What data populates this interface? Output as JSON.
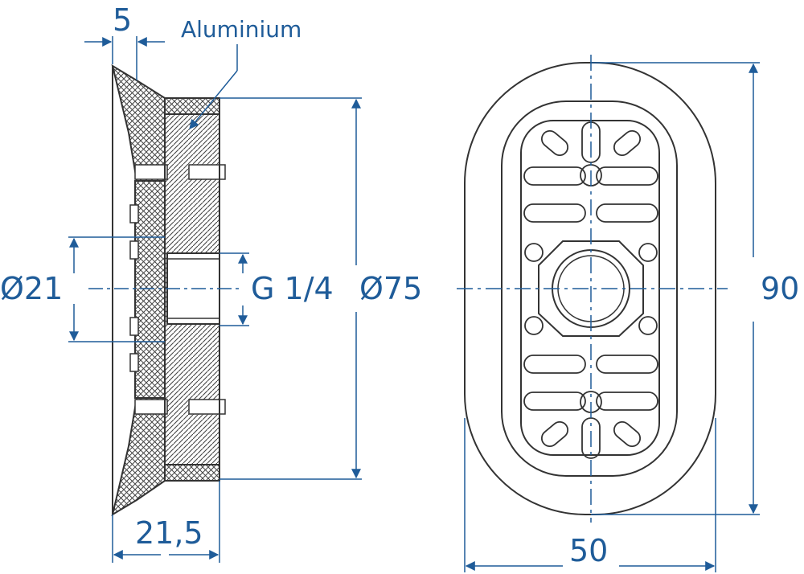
{
  "labels": {
    "material": "Aluminium",
    "dim_top": "5",
    "dim_bottom": "21,5",
    "dim_d21": "Ø21",
    "dim_thread": "G 1/4",
    "dim_d75": "Ø75",
    "dim_width": "50",
    "dim_height": "90"
  },
  "colors": {
    "dimension": "#1f5c99",
    "outline": "#3a3a3a",
    "hatch": "#555555",
    "fill": "#ffffff"
  }
}
